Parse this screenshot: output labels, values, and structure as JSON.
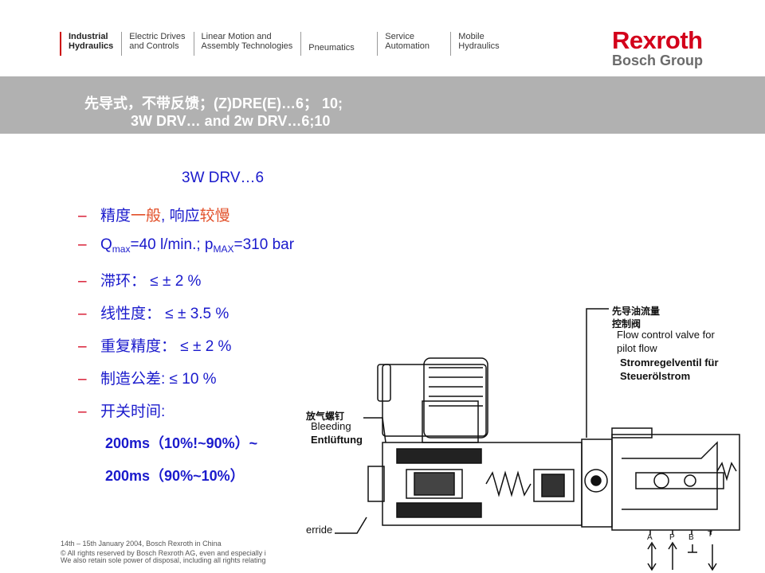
{
  "nav": [
    {
      "line1": "Industrial",
      "line2": "Hydraulics",
      "active": true
    },
    {
      "line1": "Electric Drives",
      "line2": "and Controls"
    },
    {
      "line1": "Linear Motion and",
      "line2": "Assembly Technologies"
    },
    {
      "line1": "",
      "line2": "Pneumatics"
    },
    {
      "line1": "Service",
      "line2": "Automation"
    },
    {
      "line1": "Mobile",
      "line2": "Hydraulics"
    }
  ],
  "logo": {
    "main": "Rexroth",
    "sub": "Bosch Group"
  },
  "banner": {
    "line1": "先导式，不带反馈；(Z)DRE(E)…6；  10;",
    "line2": "3W DRV… and 2w DRV…6;10"
  },
  "subtitle": "3W DRV…6",
  "bullets": {
    "b1a": "精度",
    "b1b": "一般",
    "b1c": ", 响应",
    "b1d": "较慢",
    "b2a": "Q",
    "b2b": "max",
    "b2c": "=40   l/min.;  p",
    "b2d": "MAX",
    "b2e": "=310  bar",
    "b3": "滞环：  ≤  ± 2 %",
    "b4": "线性度：  ≤ ± 3.5 %",
    "b5": "重复精度：   ≤ ± 2 %",
    "b6": "制造公差: ≤   10 %",
    "b7": "开关时间:"
  },
  "dash": "–",
  "timing": {
    "t1": "200ms（10%!~90%）~",
    "t2": "200ms（90%~10%）"
  },
  "diagram": {
    "cn1": "先导油流量",
    "cn2": "控制阀",
    "en1": "Flow control valve for",
    "en2": "pilot flow",
    "de1": "Stromregelventil für",
    "de2": "Steuerölstrom",
    "bleed_cn": "放气螺钉",
    "bleed_en": "Bleeding",
    "bleed_de": "Entlüftung",
    "override": "erride",
    "ports": [
      "A",
      "P",
      "B",
      "T"
    ]
  },
  "footer": {
    "f1": "14th – 15th January 2004, Bosch Rexroth in China",
    "f2": "© All rights reserved by Bosch Rexroth AG, even and especially i",
    "f3": "We also retain sole power of disposal, including all rights relating"
  }
}
